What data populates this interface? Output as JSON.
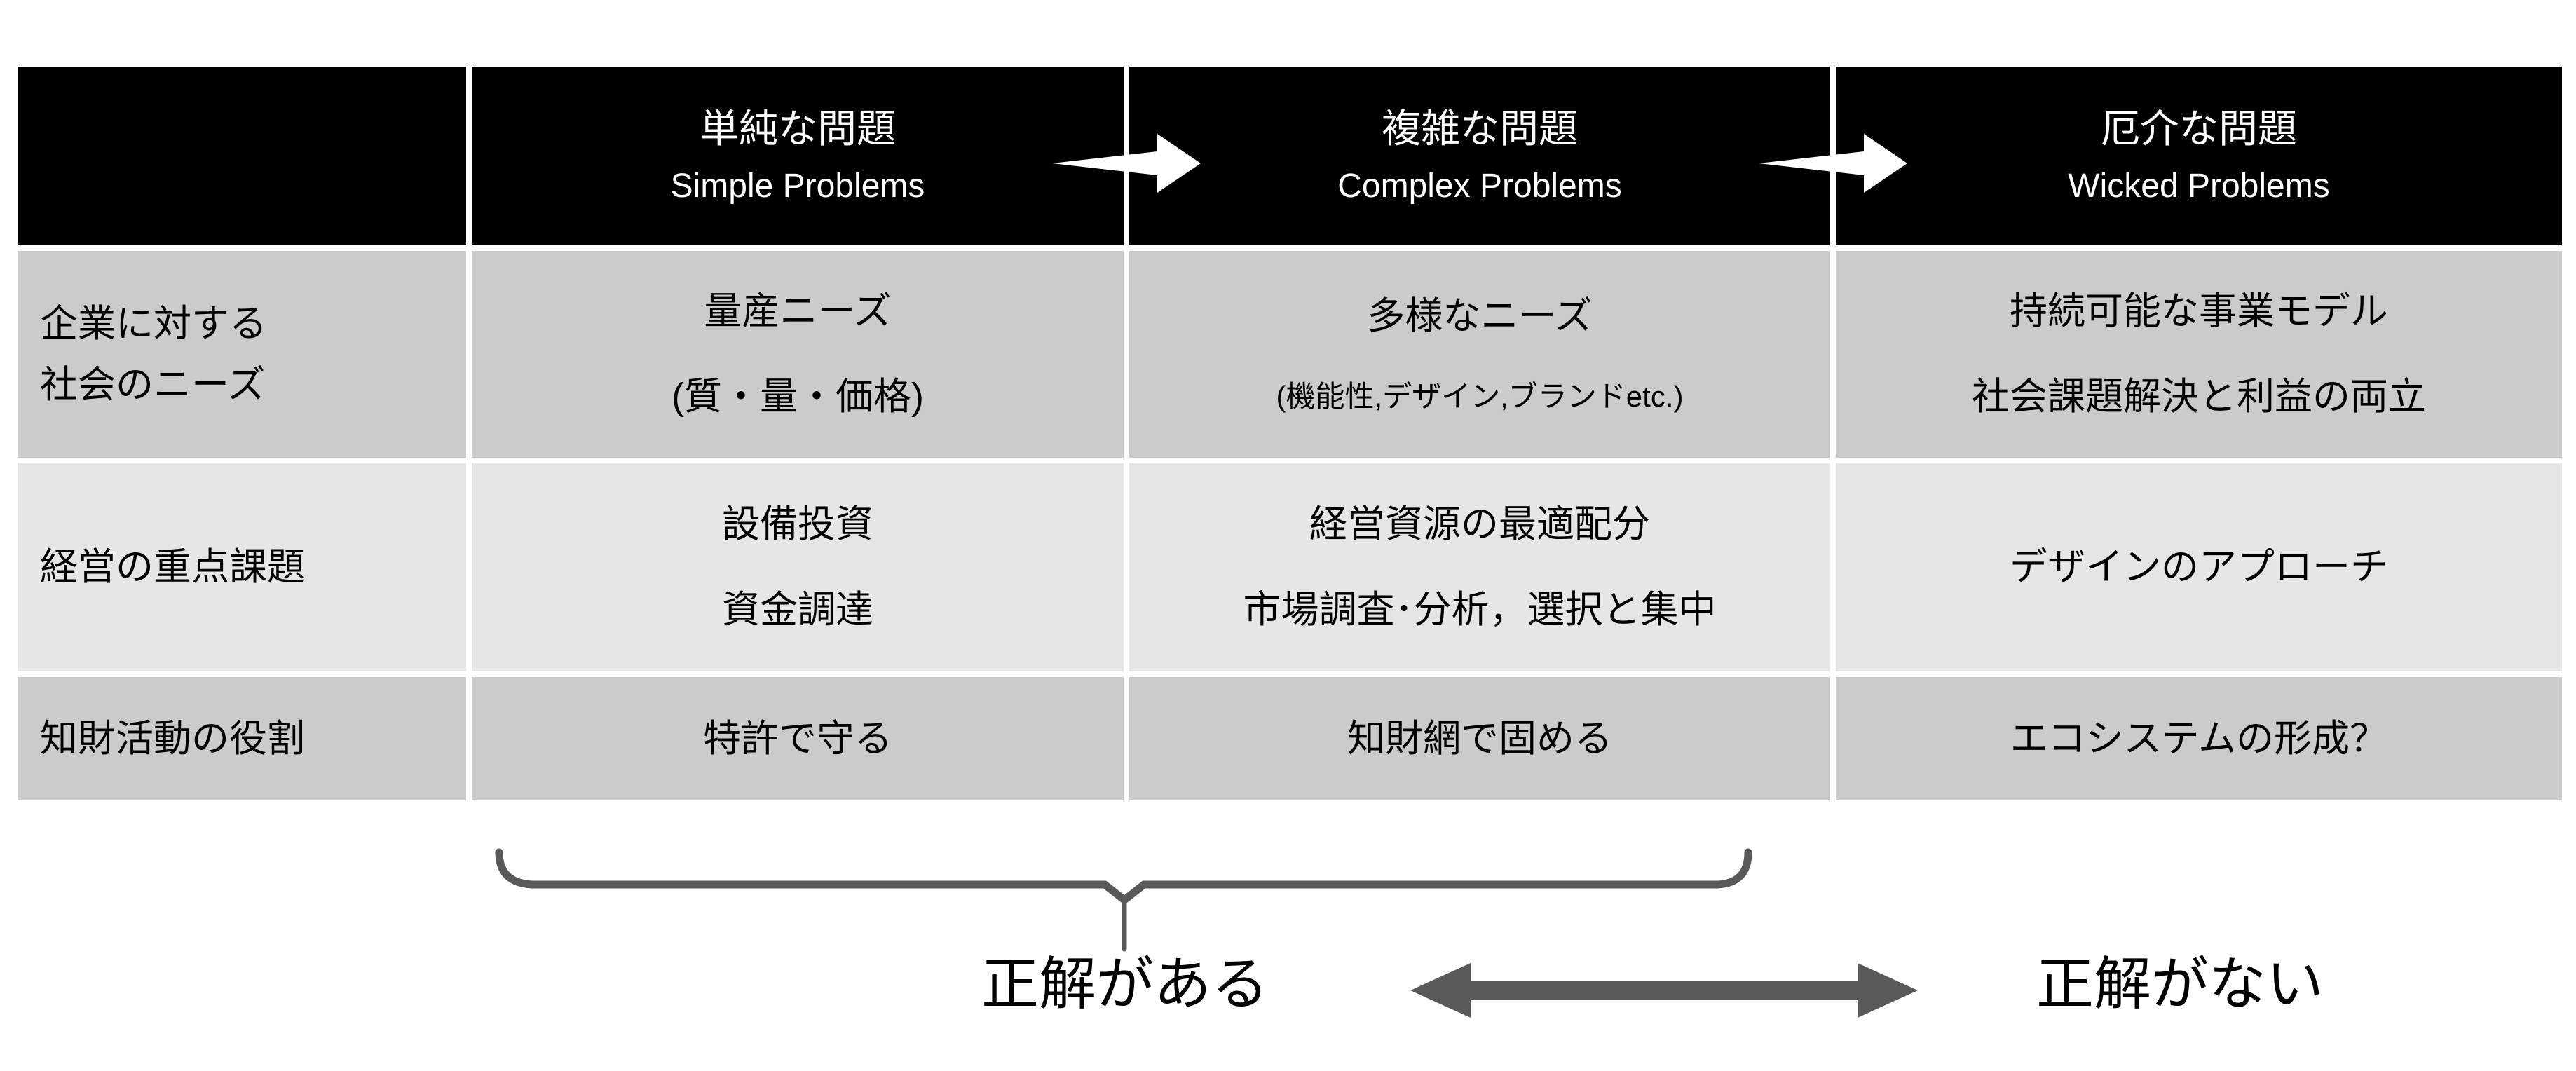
{
  "table": {
    "header": {
      "corner": "",
      "columns": [
        {
          "jp": "単純な問題",
          "en": "Simple Problems"
        },
        {
          "jp": "複雑な問題",
          "en": "Complex Problems"
        },
        {
          "jp": "厄介な問題",
          "en": "Wicked Problems"
        }
      ]
    },
    "rows": [
      {
        "label": [
          "企業に対する",
          "社会のニーズ"
        ],
        "cells": [
          [
            "量産ニーズ",
            "(質・量・価格)"
          ],
          [
            "多様なニーズ",
            "(機能性,デザイン,ブランドetc.)"
          ],
          [
            "持続可能な事業モデル",
            "社会課題解決と利益の両立"
          ]
        ]
      },
      {
        "label": [
          "経営の重点課題"
        ],
        "cells": [
          [
            "設備投資",
            "資金調達"
          ],
          [
            "経営資源の最適配分",
            "市場調査･分析，選択と集中"
          ],
          [
            "デザインのアプローチ"
          ]
        ]
      },
      {
        "label": [
          "知財活動の役割"
        ],
        "cells": [
          [
            "特許で守る"
          ],
          [
            "知財網で固める"
          ],
          [
            "エコシステムの形成？"
          ]
        ]
      }
    ]
  },
  "footer": {
    "has_answer_label": "正解がある",
    "no_answer_label": "正解がない"
  },
  "icons": {
    "header_arrow_1": "right-block-arrow",
    "header_arrow_2": "right-block-arrow",
    "span_bracket": "horizontal-brace",
    "double_arrow": "left-right-arrow"
  },
  "colors": {
    "header_bg": "#000000",
    "header_text": "#ffffff",
    "row_dark_bg": "#cbcbcb",
    "row_light_bg": "#e6e6e6",
    "body_text": "#000000",
    "cell_border": "#ffffff",
    "accent_gray": "#595959"
  }
}
